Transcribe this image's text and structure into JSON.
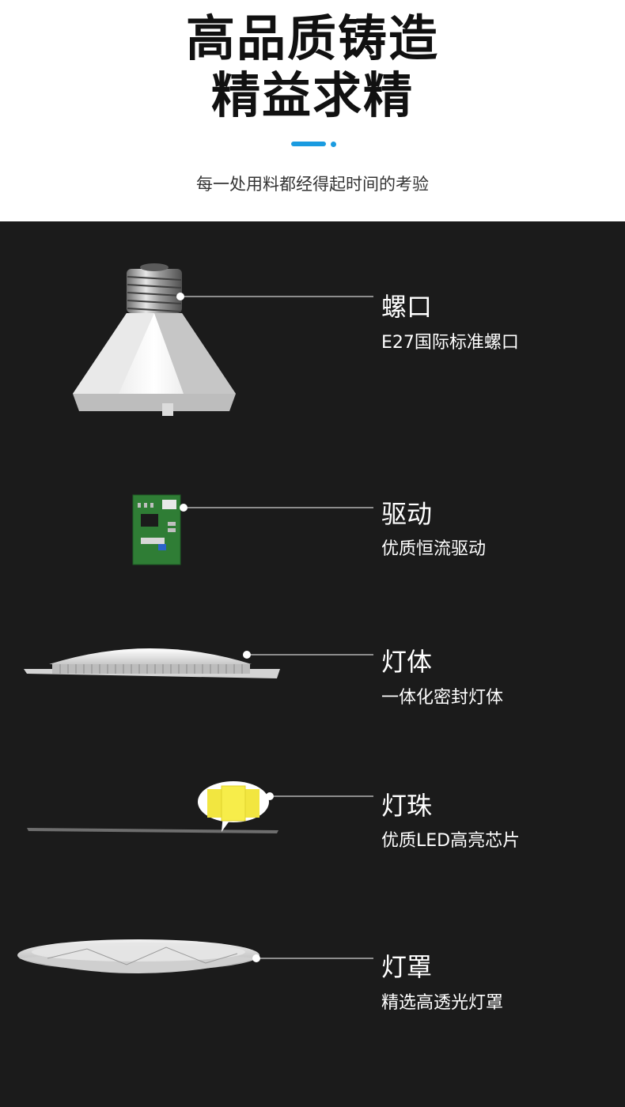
{
  "header": {
    "title_line1": "高品质铸造",
    "title_line2": "精益求精",
    "accent_color": "#1a9be0",
    "subtitle": "每一处用料都经得起时间的考验"
  },
  "components": [
    {
      "name": "螺口",
      "desc": "E27国际标准螺口"
    },
    {
      "name": "驱动",
      "desc": "优质恒流驱动"
    },
    {
      "name": "灯体",
      "desc": "一体化密封灯体"
    },
    {
      "name": "灯珠",
      "desc": "优质LED高亮芯片"
    },
    {
      "name": "灯罩",
      "desc": "精选高透光灯罩"
    }
  ]
}
